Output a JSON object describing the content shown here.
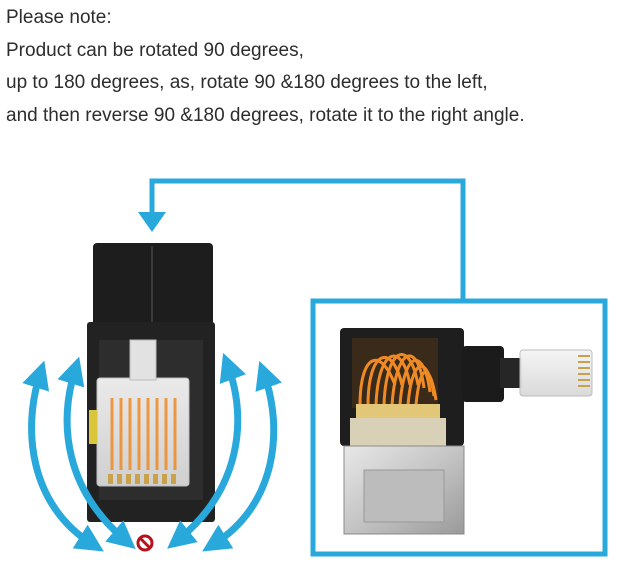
{
  "note": {
    "heading": "Please note:",
    "lines": [
      "Product can be rotated 90 degrees,",
      "up to 180 degrees, as, rotate 90 &180 degrees to the left,",
      "and then reverse 90 &180 degrees, rotate it to the right angle."
    ]
  },
  "colors": {
    "accent": "#29a8dc",
    "body": "#1c1c1c",
    "wire_orange": "#f08a24",
    "no_symbol": "#b5121b"
  },
  "icons": {
    "rotation_arrows": "curved-double-arrow",
    "forbidden": "no-entry-symbol"
  }
}
